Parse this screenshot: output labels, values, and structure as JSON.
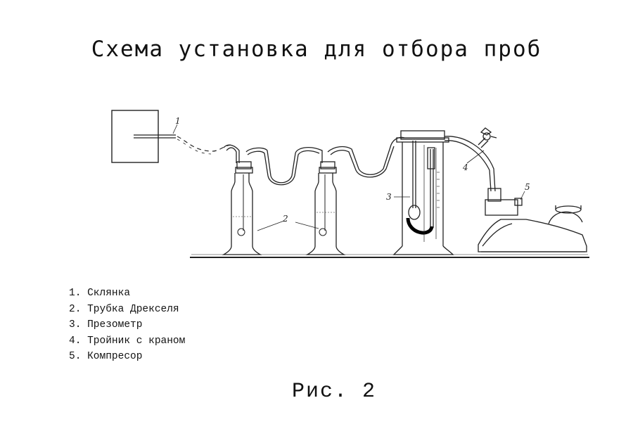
{
  "title": "Схема установка для отбора проб",
  "figure_caption": "Рис. 2",
  "callouts": [
    "1",
    "2",
    "3",
    "4",
    "5"
  ],
  "legend": [
    {
      "num": "1.",
      "label": "Склянка"
    },
    {
      "num": "2.",
      "label": "Трубка Дрекселя"
    },
    {
      "num": "3.",
      "label": "Презометр"
    },
    {
      "num": "4.",
      "label": "Тройник с краном"
    },
    {
      "num": "5.",
      "label": "Компресор"
    }
  ]
}
